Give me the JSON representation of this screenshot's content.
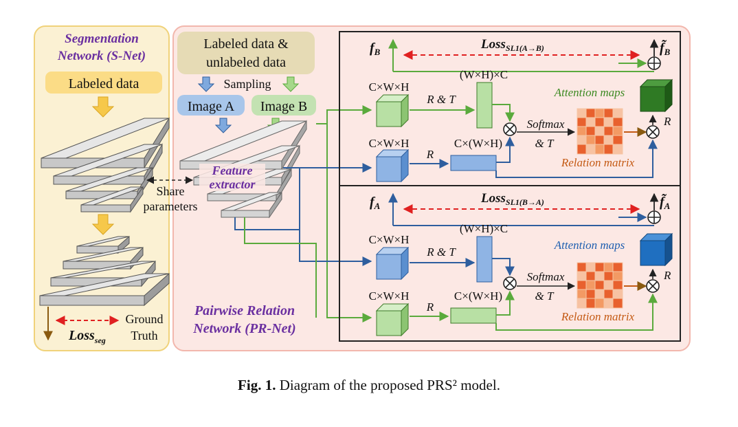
{
  "snet": {
    "title_line1": "Segmentation",
    "title_line2": "Network (S-Net)",
    "labeled_data": "Labeled data",
    "share_line1": "Share",
    "share_line2": "parameters",
    "loss": "Loss",
    "loss_sub": "seg",
    "gt_line1": "Ground",
    "gt_line2": "Truth"
  },
  "prnet": {
    "data_line1": "Labeled data &",
    "data_line2": "unlabeled data",
    "sampling": "Sampling",
    "image_a": "Image A",
    "image_b": "Image B",
    "feature_line1": "Feature",
    "feature_line2": "extractor",
    "title_line1": "Pairwise Relation",
    "title_line2": "Network (PR-Net)"
  },
  "top_branch": {
    "f_out": "f",
    "f_out_sub": "B",
    "f_tilde": "f̃",
    "f_tilde_sub": "B",
    "loss": "Loss",
    "loss_sub": "SL1(A→B)",
    "whc": "(W×H)×C",
    "cwh_1": "C×W×H",
    "cwh_2": "C×W×H",
    "rt": "R & T",
    "r": "R",
    "cwh_flat": "C×(W×H)",
    "softmax": "Softmax",
    "and_t": "& T",
    "attention": "Attention maps",
    "relation": "Relation matrix",
    "r_up": "R"
  },
  "bottom_branch": {
    "f_out": "f",
    "f_out_sub": "A",
    "f_tilde": "f̃",
    "f_tilde_sub": "A",
    "loss": "Loss",
    "loss_sub": "SL1(B→A)",
    "whc": "(W×H)×C",
    "cwh_1": "C×W×H",
    "cwh_2": "C×W×H",
    "rt": "R & T",
    "r": "R",
    "cwh_flat": "C×(W×H)",
    "softmax": "Softmax",
    "and_t": "& T",
    "attention": "Attention maps",
    "relation": "Relation matrix",
    "r_up": "R"
  },
  "caption": {
    "label": "Fig. 1.",
    "text": "Diagram of the proposed PRS² model."
  },
  "colors": {
    "green": "#5aaa3c",
    "blue": "#2e5e9e",
    "red": "#e02020",
    "purple": "#6a2fa0",
    "orange": "#c45a14",
    "snet_bg": "#fbf1d3",
    "prnet_bg": "#fce8e4"
  }
}
